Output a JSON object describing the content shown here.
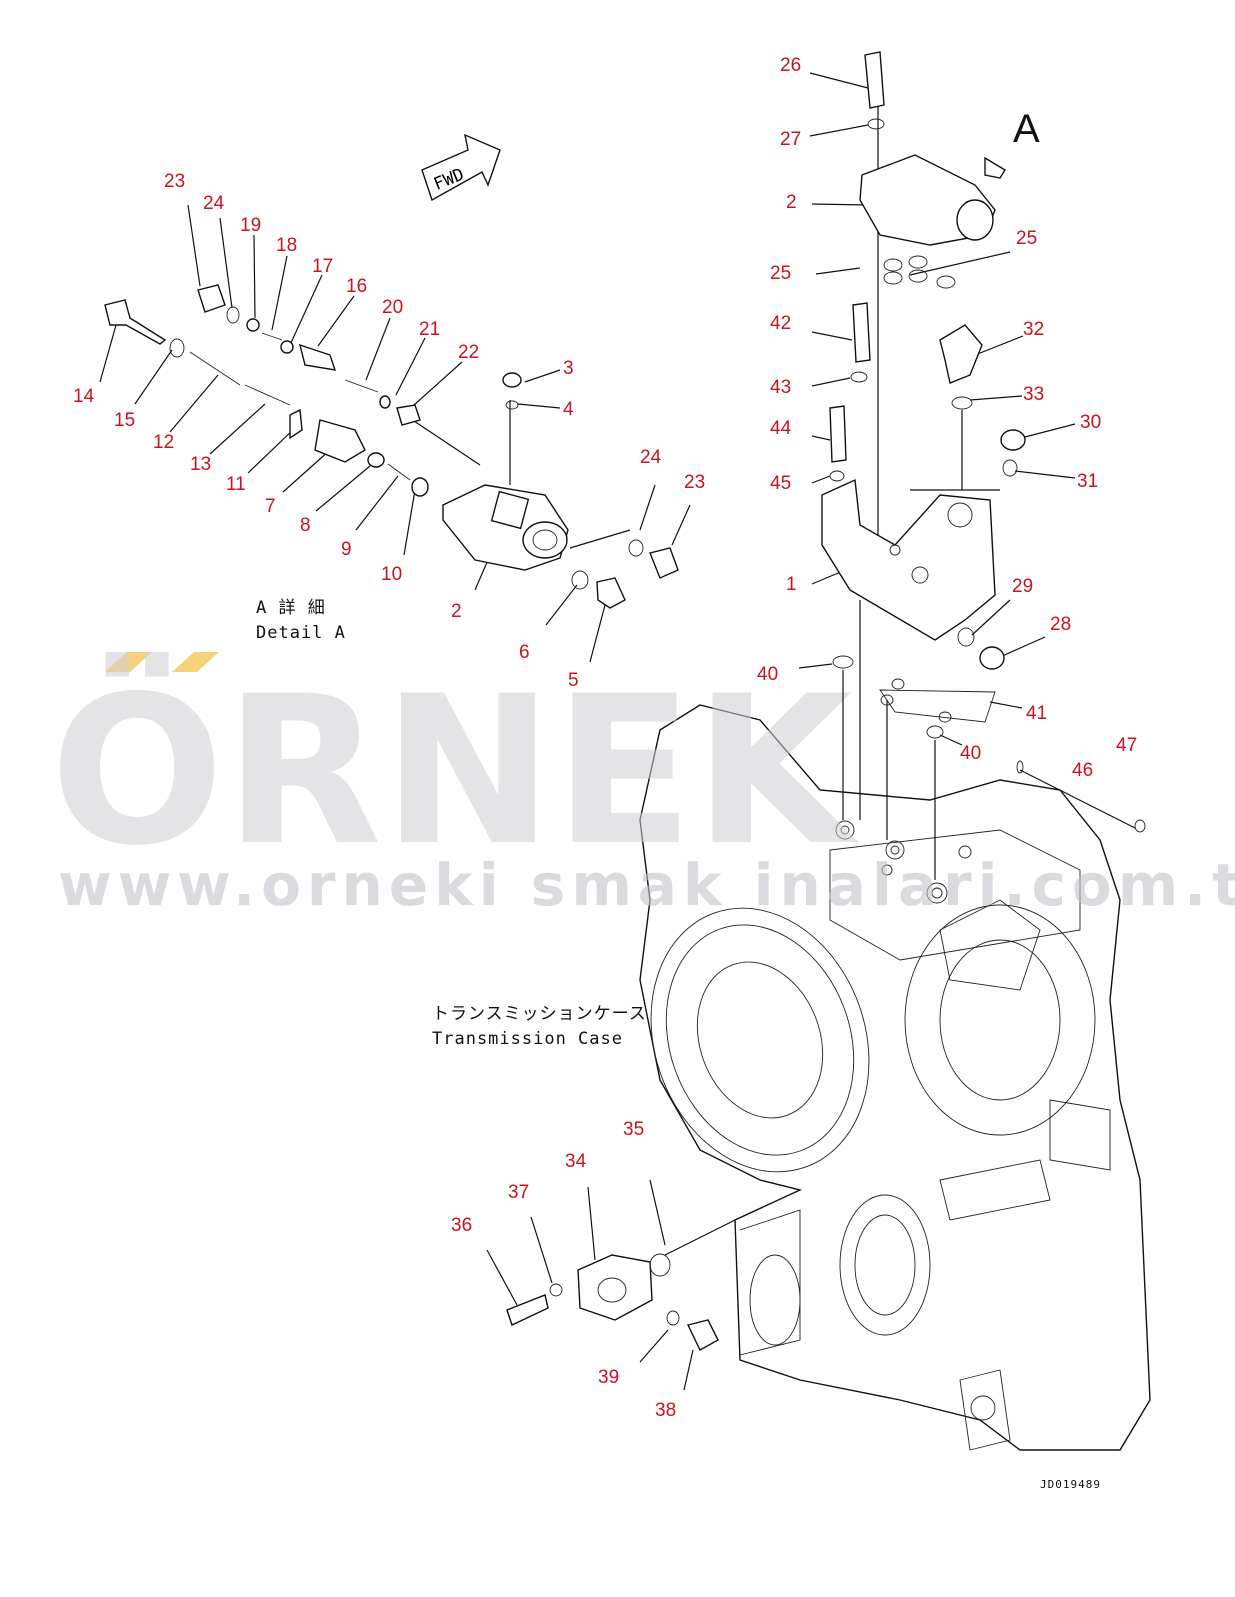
{
  "watermark": {
    "brand": "ÖRNEK",
    "url": "www.orneki smak inalari.com.tr",
    "accent_color": "#f5d27a"
  },
  "labels": {
    "detail_jp": "A 詳 細",
    "detail_en": "Detail A",
    "case_jp": "トランスミッションケース",
    "case_en": "Transmission Case",
    "view_letter": "A",
    "fwd": "FWD",
    "drawing_no": "JD019489"
  },
  "callouts": {
    "c1": "1",
    "c2a": "2",
    "c2b": "2",
    "c3": "3",
    "c4": "4",
    "c5": "5",
    "c6": "6",
    "c7": "7",
    "c8": "8",
    "c9": "9",
    "c10": "10",
    "c11": "11",
    "c12": "12",
    "c13": "13",
    "c14": "14",
    "c15": "15",
    "c16": "16",
    "c17": "17",
    "c18": "18",
    "c19": "19",
    "c20": "20",
    "c21": "21",
    "c22": "22",
    "c23a": "23",
    "c23b": "23",
    "c24a": "24",
    "c24b": "24",
    "c25a": "25",
    "c25b": "25",
    "c26": "26",
    "c27": "27",
    "c28": "28",
    "c29": "29",
    "c30": "30",
    "c31": "31",
    "c32": "32",
    "c33": "33",
    "c34": "34",
    "c35": "35",
    "c36": "36",
    "c37": "37",
    "c38": "38",
    "c39": "39",
    "c40a": "40",
    "c40b": "40",
    "c41": "41",
    "c42": "42",
    "c43": "43",
    "c44": "44",
    "c45": "45",
    "c46": "46",
    "c47": "47"
  }
}
